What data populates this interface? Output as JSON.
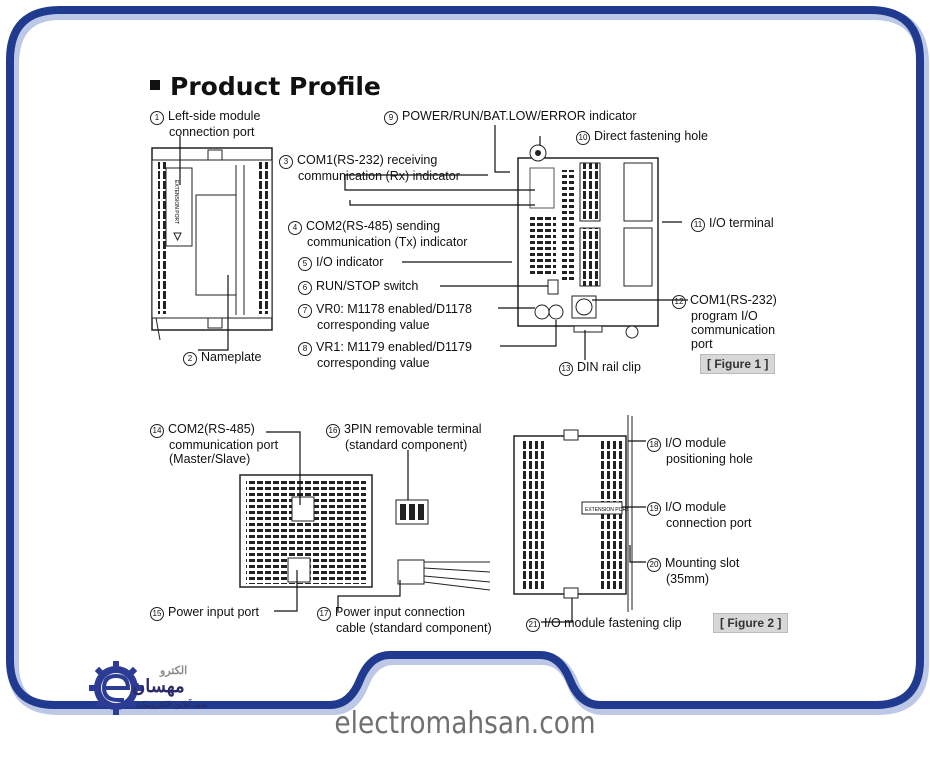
{
  "title": "Product Profile",
  "callouts": [
    {
      "num": "1",
      "lines": [
        "Left-side module",
        "connection port"
      ]
    },
    {
      "num": "2",
      "lines": [
        "Nameplate"
      ]
    },
    {
      "num": "3",
      "lines": [
        "COM1(RS-232) receiving",
        "communication (Rx) indicator"
      ]
    },
    {
      "num": "4",
      "lines": [
        "COM2(RS-485) sending",
        "communication (Tx) indicator"
      ]
    },
    {
      "num": "5",
      "lines": [
        "I/O indicator"
      ]
    },
    {
      "num": "6",
      "lines": [
        "RUN/STOP switch"
      ]
    },
    {
      "num": "7",
      "lines": [
        "VR0: M1178 enabled/D1178",
        "corresponding value"
      ]
    },
    {
      "num": "8",
      "lines": [
        "VR1: M1179 enabled/D1179",
        "corresponding value"
      ]
    },
    {
      "num": "9",
      "lines": [
        "POWER/RUN/BAT.LOW/ERROR indicator"
      ]
    },
    {
      "num": "10",
      "lines": [
        "Direct fastening hole"
      ]
    },
    {
      "num": "11",
      "lines": [
        "I/O terminal"
      ]
    },
    {
      "num": "12",
      "lines": [
        "COM1(RS-232)",
        "program I/O",
        "communication",
        "port"
      ]
    },
    {
      "num": "13",
      "lines": [
        "DIN rail clip"
      ]
    },
    {
      "num": "14",
      "lines": [
        "COM2(RS-485)",
        "communication port",
        "(Master/Slave)"
      ]
    },
    {
      "num": "15",
      "lines": [
        "Power input port"
      ]
    },
    {
      "num": "16",
      "lines": [
        "3PIN removable terminal",
        "(standard component)"
      ]
    },
    {
      "num": "17",
      "lines": [
        "Power input connection",
        "cable (standard component)"
      ]
    },
    {
      "num": "18",
      "lines": [
        "I/O module",
        "positioning hole"
      ]
    },
    {
      "num": "19",
      "lines": [
        "I/O module",
        "connection port"
      ]
    },
    {
      "num": "20",
      "lines": [
        "Mounting slot",
        "(35mm)"
      ]
    },
    {
      "num": "21",
      "lines": [
        "I/O module fastening clip"
      ]
    }
  ],
  "figures": {
    "fig1": "[ Figure 1 ]",
    "fig2": "[ Figure 2 ]"
  },
  "device_labels": {
    "extension_port": "EXTENSION PORT",
    "module_port": "EXTENSION PORT"
  },
  "logo": {
    "arabic_top": "الکترو",
    "arabic_main": "مهسان",
    "arabic_sub": "سید آنلاین الکترونیکی"
  },
  "watermark": "electromahsan.com",
  "colors": {
    "frame": "#1f3a8f",
    "frame_shadow": "#6c84c9",
    "logo_blue": "#2c3b93",
    "logo_gray": "#8a8a8a"
  }
}
